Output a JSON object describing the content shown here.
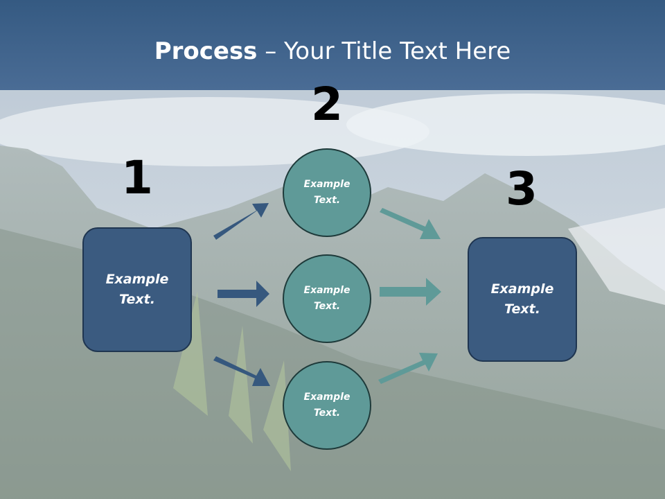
{
  "title": {
    "bold": "Process",
    "rest": " – Your Title Text Here"
  },
  "steps": {
    "one": "1",
    "two": "2",
    "three": "3"
  },
  "left_box": {
    "text_line1": "Example",
    "text_line2": "Text."
  },
  "circles": [
    {
      "line1": "Example",
      "line2": "Text."
    },
    {
      "line1": "Example",
      "line2": "Text."
    },
    {
      "line1": "Example",
      "line2": "Text."
    }
  ],
  "right_box": {
    "text_line1": "Example",
    "text_line2": "Text."
  },
  "colors": {
    "box_fill": "#3b5b80",
    "circle_fill": "#5f9a98",
    "arrow_blue": "#36587e",
    "arrow_teal": "#5f9a98",
    "title_bar": "#3d6189"
  }
}
